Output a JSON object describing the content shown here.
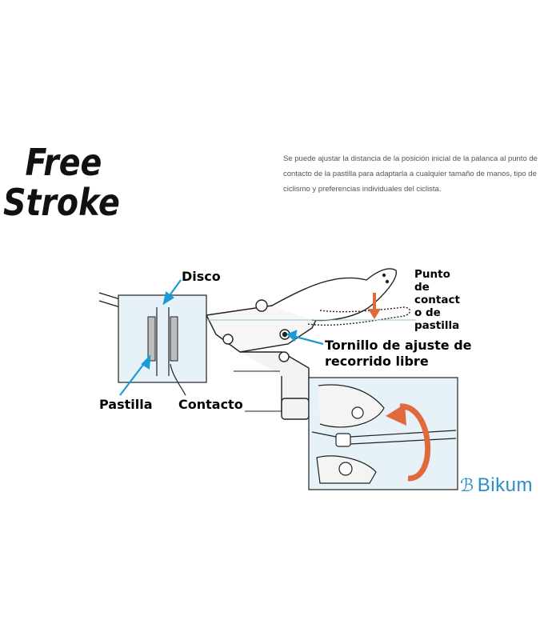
{
  "title": {
    "line1": "Free",
    "line2": "Stroke"
  },
  "description": "Se puede ajustar la distancia de la posición inicial de la palanca al punto de contacto de la pastilla para adaptarla a cualquier tamaño de manos, tipo de ciclismo y preferencias individuales del ciclista.",
  "labels": {
    "disco": "Disco",
    "pastilla": "Pastilla",
    "contacto": "Contacto",
    "punto_contacto": "Punto de contact o de pastilla",
    "tornillo_line1": "Tornillo de ajuste de",
    "tornillo_line2": "recorrido libre"
  },
  "logo": {
    "mark_icon": "b-swoosh-icon",
    "text": "Bikum"
  },
  "colors": {
    "arrow_blue": "#1a9ad6",
    "arrow_orange": "#e06a3c",
    "panel_blue": "#e6f1f8",
    "logo_blue": "#2a8fc6"
  }
}
